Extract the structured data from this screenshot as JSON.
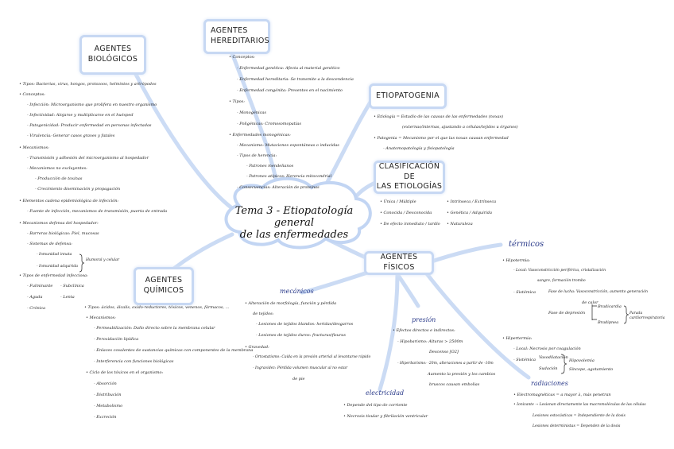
{
  "nodes": {
    "center": {
      "line1": "Tema 3 - Etiopatología general",
      "line2": "de las enfermedades"
    },
    "biologicos": {
      "l1": "AGENTES",
      "l2": "BIOLÓGICOS"
    },
    "hereditarios": {
      "l1": "AGENTES",
      "l2": "HEREDITARIOS"
    },
    "etiopatogenia": {
      "l1": "ETIOPATOGENIA"
    },
    "clasificacion": {
      "l1": "CLASIFICACIÓN DE",
      "l2": "LAS ETIOLOGÍAS"
    },
    "quimicos": {
      "l1": "AGENTES",
      "l2": "QUÍMICOS"
    },
    "fisicos": {
      "l1": "AGENTES FÍSICOS"
    }
  },
  "biologicos_text": [
    "• Tipos: Bacterias, virus, hongos, protozoos, helmintos y artrópodos",
    "• Conceptos:",
    "- Infección: Microorganismo que prolifera en nuestro organismo",
    "- Infectividad: Alojarse y multiplicarse en el huésped",
    "- Patogenicidad: Producir enfermedad en personas infectadas",
    "- Virulencia: Generar casos graves y fatales",
    "• Mecanismos:",
    "- Transmisión y adhesión del microorganismo al hospedador",
    "- Mecanismos no excluyentes:",
    "- Producción de toxinas",
    "- Crecimiento diseminación y propagación",
    "• Elementos cadena epidemiológica de infección:",
    "- Fuente de infección, mecanismos de transmisión, puerta de entrada",
    "• Mecanismos defensa del hospedador:",
    "- Barreras biológicas: Piel, mucosas",
    "- Sistemas de defensa:",
    "- Inmunidad innata",
    "- Inmunidad adquirida",
    "Humoral y celular",
    "• Tipos de enfermedad infecciosa:",
    "- Fulminante",
    "- Subclínica",
    "- Aguda",
    "- Lenta",
    "- Crónica"
  ],
  "hereditarios_text": [
    "• Conceptos:",
    "- Enfermedad genética: Afecta al material genético",
    "- Enfermedad hereditaria: Se transmite a la descendencia",
    "- Enfermedad congénita: Presentes en el nacimiento",
    "• Tipos:",
    "- Monogénicas",
    "- Poligénicas: Cromosomopatías",
    "• Enfermedades monogénicas:",
    "- Mecanismo: Mutaciones espontáneas o inducidas",
    "- Tipos de herencia:",
    "- Patrones mendelianos",
    "- Patrones atípicos: Herencia mitocondrial",
    "- Consecuencias: Alteración de proteínas"
  ],
  "etiopatogenia_text": [
    "• Etiología = Estudio de las causas de las enfermedades (noxas)",
    "(externas/internas, ajustando a células/tejidos u órganos)",
    "• Patogenia = Mecanismo por el que las noxas causan enfermedad",
    "- Anatomopatología y fisiopatología"
  ],
  "clasificacion_text": [
    "• Única / Múltiple",
    "• Intrínseca / Extrínseca",
    "• Conocida / Desconocida",
    "• Genética / Adquirida",
    "• De efecto inmediato / tardío",
    "• Naturaleza"
  ],
  "quimicos_text": [
    "• Tipos: ácidos, álcalis, oxido-reductores, tóxicos, venenos, fármacos, ...",
    "• Mecanismos:",
    "- Permeabilización: Daño directo sobre la membrana celular",
    "- Peroxidación lipídica",
    "- Enlaces covalentes de sustancias químicas con componentes de la membrana",
    "- Interferencia con funciones biológicas",
    "• Ciclo de los tóxicos en el organismo:",
    "- Absorción",
    "- Distribución",
    "- Metabolismo",
    "- Excreción"
  ],
  "fisicos": {
    "mecanicos": {
      "label": "mecánicos",
      "lines": [
        "• Alteración de morfología, función y pérdida",
        "de tejidos:",
        "- Lesiones de tejidos blandos: heridas/desgarros",
        "- Lesiones de tejidos duros: fracturas/fisuras",
        "• Gravedad:",
        "- Ortostatismo: Caída en la presión arterial al levantarse rápido",
        "- Ingravidez: Pérdida volumen muscular al no estar",
        "de pie"
      ]
    },
    "presion": {
      "label": "presión",
      "lines": [
        "• Efectos directos e indirectos:",
        "- Hipobarismo: Alturas > 2500m",
        "Descenso [O2]",
        "- Hiperbarismo: -20m, alteraciones a partir de -10m",
        "Aumento la presión y los cambios",
        "bruscos causan embolias"
      ]
    },
    "electricidad": {
      "label": "electricidad",
      "lines": [
        "• Depende del tipo de corriente",
        "• Necrosis tisular y fibrilación ventricular"
      ]
    },
    "termicos": {
      "label": "térmicos",
      "lines": [
        "• Hipotermia:",
        "- Local: Vasoconstricción periférica, cristalización",
        "sangre, formación trombo",
        "- Sistémica",
        "Fase de lucha: Vasoconstricción, aumento generación",
        "de calor",
        "Fase de depresión",
        "Bradicardia",
        "Bradipnea",
        "Parada cardiorrespiratoria",
        "• Hipertermia:",
        "- Local: Necrosis por coagulación",
        "- Sistémica",
        "Vasodilatación",
        "Sudación",
        "Hipovolemia",
        "Síncope, agotamiento"
      ]
    },
    "radiaciones": {
      "label": "radiaciones",
      "lines": [
        "• Electromagnéticas = a mayor λ, más penetran",
        "• Ionizante → Lesionan directamente las macromoléculas de las células",
        "Lesiones estocásticas = Independiente de la dosis",
        "Lesiones deterministas = Dependen de la dosis"
      ]
    }
  }
}
